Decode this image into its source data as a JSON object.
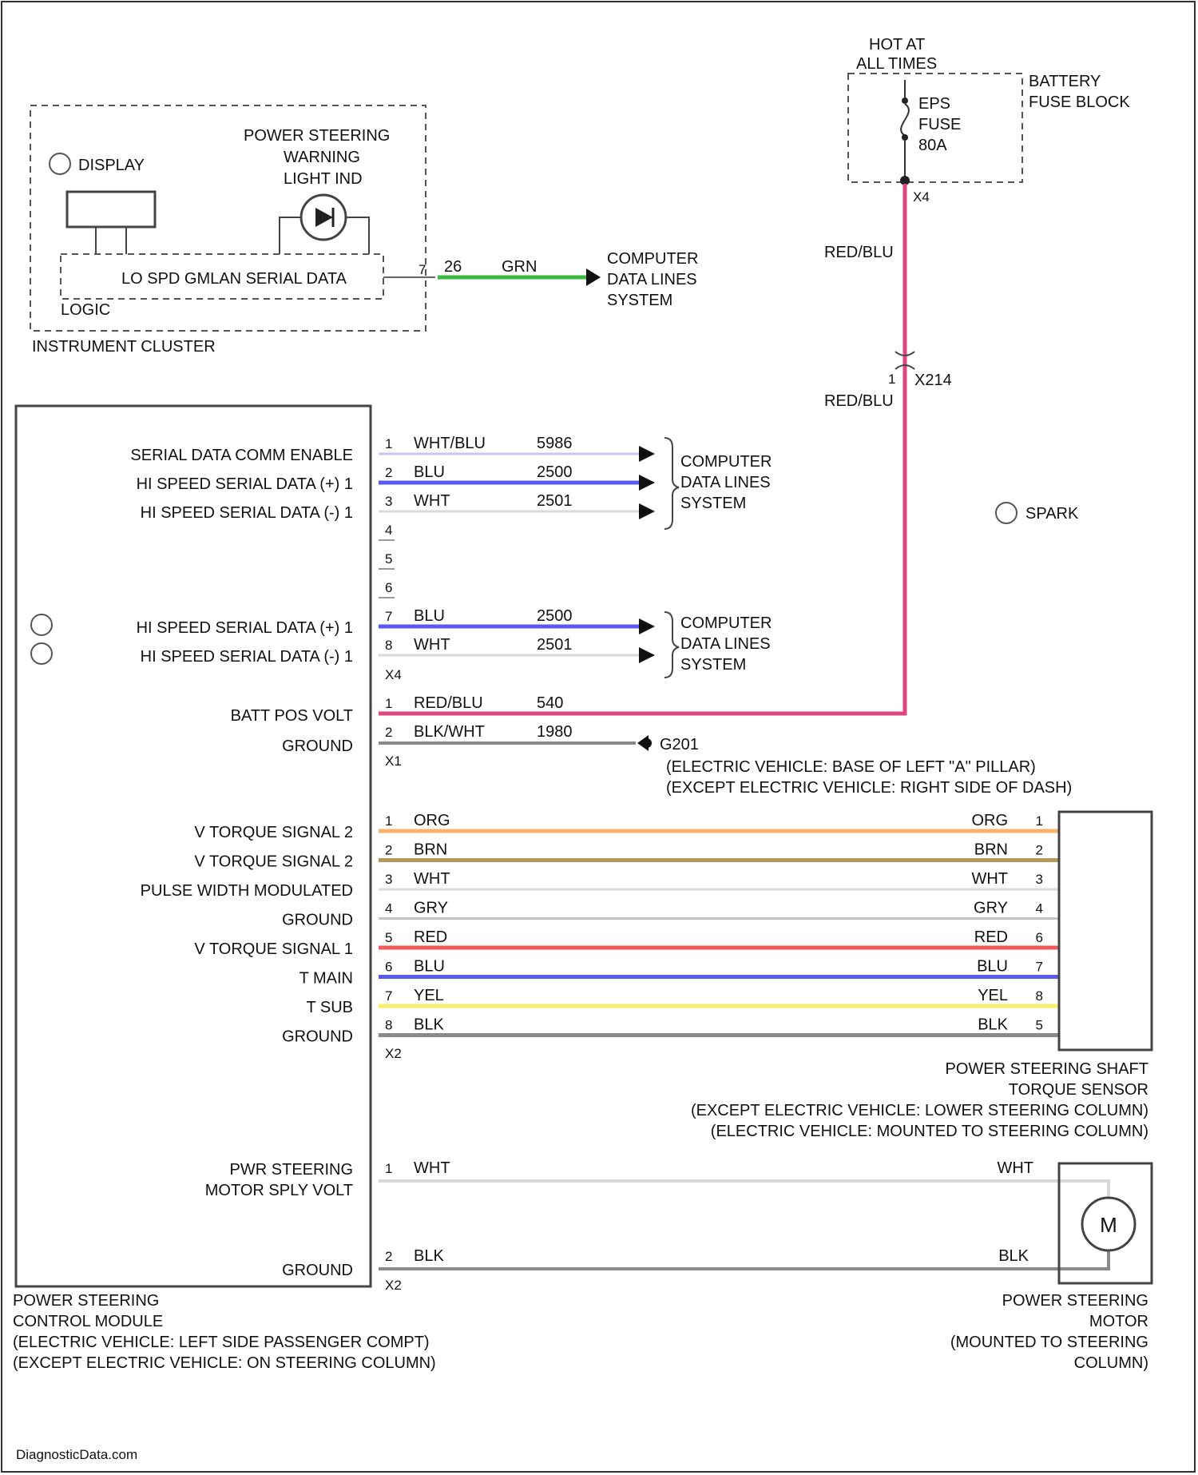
{
  "battery": {
    "hot_line1": "HOT AT",
    "hot_line2": "ALL TIMES",
    "block_line1": "BATTERY",
    "block_line2": "FUSE BLOCK",
    "fuse_line1": "EPS",
    "fuse_line2": "FUSE",
    "fuse_line3": "80A",
    "connector": "X4"
  },
  "cluster": {
    "name": "INSTRUMENT CLUSTER",
    "display_label": "DISPLAY",
    "warning_line1": "POWER STEERING",
    "warning_line2": "WARNING",
    "warning_line3": "LIGHT IND",
    "logic_label": "LOGIC",
    "serial_label": "LO SPD GMLAN SERIAL DATA",
    "pin": "7",
    "wire_number": "26",
    "wire_color": "GRN",
    "dest_line1": "COMPUTER",
    "dest_line2": "DATA LINES",
    "dest_line3": "SYSTEM"
  },
  "feed": {
    "color_upper": "RED/BLU",
    "color_lower": "RED/BLU",
    "junction": "X214",
    "splice_pin": "1"
  },
  "spark": "SPARK",
  "module": {
    "name_line1": "POWER STEERING",
    "name_line2": "CONTROL MODULE",
    "name_line3": "(ELECTRIC VEHICLE: LEFT SIDE PASSENGER COMPT)",
    "name_line4": "(EXCEPT ELECTRIC VEHICLE: ON STEERING COLUMN)",
    "x4": "X4",
    "x1": "X1",
    "x2_sensor": "X2",
    "x2_motor": "X2",
    "data_pins": [
      {
        "pin": "1",
        "label": "SERIAL DATA COMM ENABLE",
        "color_name": "WHT/BLU",
        "number": "5986"
      },
      {
        "pin": "2",
        "label": "HI SPEED SERIAL DATA (+) 1",
        "color_name": "BLU",
        "number": "2500"
      },
      {
        "pin": "3",
        "label": "HI SPEED SERIAL DATA (-) 1",
        "color_name": "WHT",
        "number": "2501"
      }
    ],
    "spare_pins": [
      "4",
      "5",
      "6"
    ],
    "data_pins2": [
      {
        "pin": "7",
        "label": "HI SPEED SERIAL DATA (+) 1",
        "color_name": "BLU",
        "number": "2500"
      },
      {
        "pin": "8",
        "label": "HI SPEED SERIAL DATA (-) 1",
        "color_name": "WHT",
        "number": "2501"
      }
    ],
    "dest1": [
      "COMPUTER",
      "DATA LINES",
      "SYSTEM"
    ],
    "dest2": [
      "COMPUTER",
      "DATA LINES",
      "SYSTEM"
    ],
    "power_pins": [
      {
        "pin": "1",
        "label": "BATT POS VOLT",
        "color_name": "RED/BLU",
        "number": "540"
      },
      {
        "pin": "2",
        "label": "GROUND",
        "color_name": "BLK/WHT",
        "number": "1980"
      }
    ],
    "ground_id": "G201",
    "ground_loc1": "(ELECTRIC VEHICLE: BASE OF LEFT \"A\" PILLAR)",
    "ground_loc2": "(EXCEPT ELECTRIC VEHICLE: RIGHT SIDE OF DASH)"
  },
  "sensor": {
    "name_line1": "POWER STEERING SHAFT",
    "name_line2": "TORQUE SENSOR",
    "name_line3": "(EXCEPT ELECTRIC VEHICLE: LOWER STEERING COLUMN)",
    "name_line4": "(ELECTRIC VEHICLE: MOUNTED TO STEERING COLUMN)",
    "pins": [
      {
        "pin": "1",
        "label": "V TORQUE SIGNAL 2",
        "color_name": "ORG",
        "sensor_pin": "1",
        "hex": "#f7b36b"
      },
      {
        "pin": "2",
        "label": "V TORQUE SIGNAL 2",
        "color_name": "BRN",
        "sensor_pin": "2",
        "hex": "#b49a5c"
      },
      {
        "pin": "3",
        "label": "PULSE WIDTH MODULATED",
        "color_name": "WHT",
        "sensor_pin": "3",
        "hex": "#d9d9d9"
      },
      {
        "pin": "4",
        "label": "GROUND",
        "color_name": "GRY",
        "sensor_pin": "4",
        "hex": "#c4c4c4"
      },
      {
        "pin": "5",
        "label": "V TORQUE SIGNAL 1",
        "color_name": "RED",
        "sensor_pin": "6",
        "hex": "#f25a5a"
      },
      {
        "pin": "6",
        "label": "T MAIN",
        "color_name": "BLU",
        "sensor_pin": "7",
        "hex": "#5a5af0"
      },
      {
        "pin": "7",
        "label": "T SUB",
        "color_name": "YEL",
        "sensor_pin": "8",
        "hex": "#f6ef6a"
      },
      {
        "pin": "8",
        "label": "GROUND",
        "color_name": "BLK",
        "sensor_pin": "5",
        "hex": "#8a8a8a"
      }
    ]
  },
  "motor": {
    "name_line1": "POWER STEERING",
    "name_line2": "MOTOR",
    "name_line3": "(MOUNTED TO STEERING",
    "name_line4": "COLUMN)",
    "symbol": "M",
    "supply_line1": "PWR STEERING",
    "supply_line2": "MOTOR SPLY VOLT",
    "ground_label": "GROUND",
    "pins": [
      {
        "pin": "1",
        "color_name": "WHT",
        "far_color": "WHT"
      },
      {
        "pin": "2",
        "color_name": "BLK",
        "far_color": "BLK"
      }
    ]
  },
  "footer": "DiagnosticData.com",
  "colors": {
    "feed": "#e0467e",
    "green": "#3cb83c",
    "blue": "#5a5af0",
    "wht_blu": "#c6c6f2",
    "wht": "#d9d9d9",
    "gray": "#999999"
  }
}
